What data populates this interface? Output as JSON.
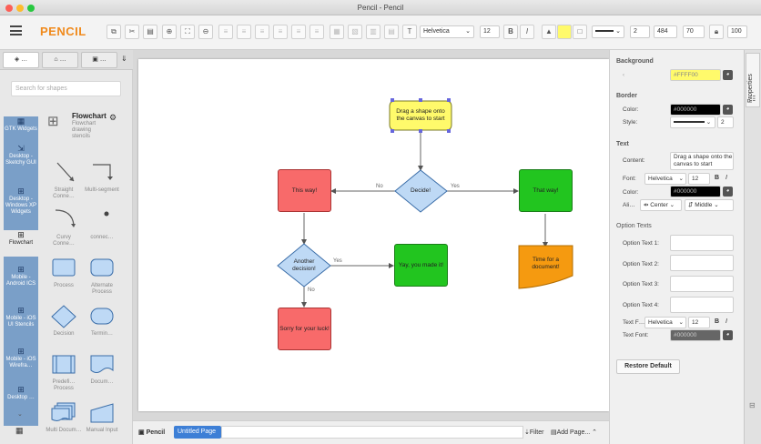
{
  "window": {
    "title": "Pencil - Pencil"
  },
  "toolbar": {
    "logo": "PENCIL",
    "font": "Helvetica",
    "font_size": "12",
    "bold": "B",
    "italic": "I",
    "stroke_width": "2",
    "x": "484",
    "y": "70",
    "zoom": "100"
  },
  "left": {
    "tabs": [
      "…",
      "…",
      "…"
    ],
    "search_placeholder": "Search for shapes",
    "collections": [
      {
        "label": "GTK Widgets",
        "icon": "▦"
      },
      {
        "label": "Desktop - Sketchy GUI",
        "icon": "⇲"
      },
      {
        "label": "Desktop - Windows XP Widgets",
        "icon": "⊞"
      },
      {
        "label": "Flowchart",
        "icon": "⊞"
      },
      {
        "label": "Mobile - Android ICS",
        "icon": "⊞"
      },
      {
        "label": "Mobile - iOS UI Stencils",
        "icon": "⊞"
      },
      {
        "label": "Mobile - iOS Wirefra…",
        "icon": "⊞"
      },
      {
        "label": "Desktop …",
        "icon": "⊞"
      }
    ],
    "collection_title": "Flowchart",
    "collection_desc": "Flowchart drawing stencils",
    "shapes": [
      "Straight Conne…",
      "Multi-segment",
      "Curvy Conne…",
      "connec…",
      "Process",
      "Alternate Process",
      "Decision",
      "Termin…",
      "Predefi… Process",
      "Docum…",
      "Multi Docum…",
      "Manual Input"
    ]
  },
  "canvas": {
    "nodes": {
      "start": "Drag a shape onto the canvas to start",
      "decide": "Decide!",
      "thisway": "This way!",
      "thatway": "That way!",
      "another": "Another decision!",
      "yes": "Yay, you made it!",
      "time": "Time for a document!",
      "sorry": "Sorry for your luck!"
    },
    "edges": {
      "no1": "No",
      "yes1": "Yes",
      "yes2": "Yes",
      "no2": "No"
    }
  },
  "bottom": {
    "app": "Pencil",
    "page": "Untitled Page",
    "filter": "Filter",
    "add_page": "Add Page..."
  },
  "properties": {
    "background": "Background",
    "bg_value": "#FFFF00",
    "border": "Border",
    "color_label": "Color:",
    "border_color": "#000000",
    "style_label": "Style:",
    "border_width": "2",
    "text": "Text",
    "content_label": "Content:",
    "content_value": "Drag a shape onto the canvas to start",
    "font_label": "Font:",
    "font_value": "Helvetica",
    "font_size": "12",
    "bold": "B",
    "italic": "I",
    "text_color_label": "Color:",
    "text_color": "#000000",
    "align_label": "Ali…",
    "halign": "Center",
    "valign": "Middle",
    "option_texts": "Option Texts",
    "opt1": "Option Text 1:",
    "opt2": "Option Text 2:",
    "opt3": "Option Text 3:",
    "opt4": "Option Text 4:",
    "textf_label": "Text F…",
    "textf_font": "Helvetica",
    "textf_size": "12",
    "textfont_label": "Text Font:",
    "textfont_color": "#000000",
    "restore": "Restore Default",
    "tab": "Properties"
  },
  "colors": {
    "yellow": "#fffa6b",
    "red": "#f86a6a",
    "green": "#22c51f",
    "blue": "#bed9f5",
    "orange": "#f59a10",
    "accent": "#f08a1c"
  }
}
